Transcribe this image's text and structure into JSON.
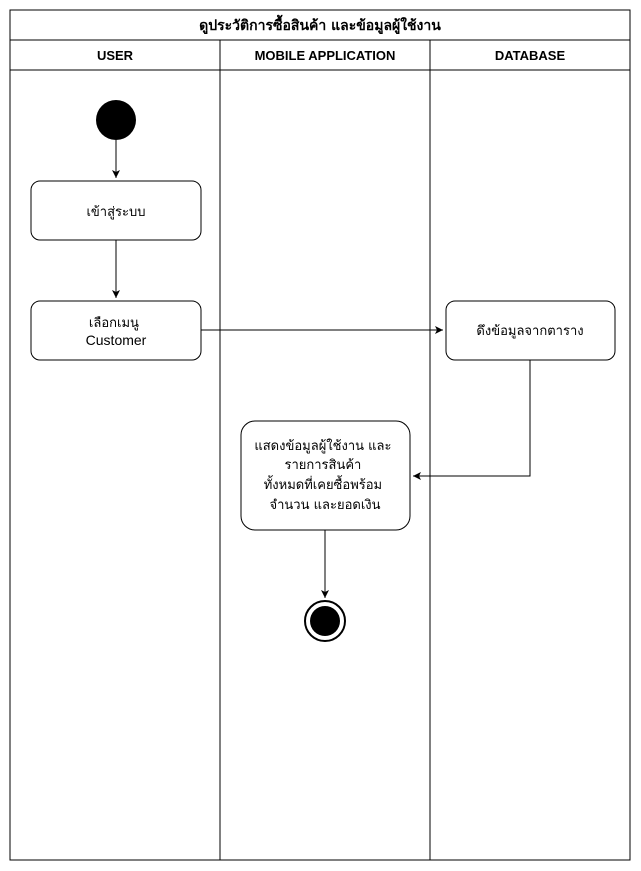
{
  "diagram": {
    "title": "ดูประวัติการซื้อสินค้า และข้อมูลผู้ใช้งาน",
    "lanes": [
      {
        "label": "USER"
      },
      {
        "label": "MOBILE APPLICATION"
      },
      {
        "label": "DATABASE"
      }
    ],
    "nodes": {
      "login": {
        "lines": [
          "เข้าสู่ระบบ"
        ]
      },
      "menu": {
        "lines": [
          "เลือกเมนู",
          "Customer"
        ]
      },
      "fetch": {
        "lines": [
          "ดึงข้อมูลจากตาราง"
        ]
      },
      "show": {
        "lines": [
          "แสดงข้อมูลผู้ใช้งาน และ",
          "รายการสินค้า",
          "ทั้งหมดที่เคยซื้อพร้อม",
          "จำนวน และยอดเงิน"
        ]
      }
    }
  }
}
